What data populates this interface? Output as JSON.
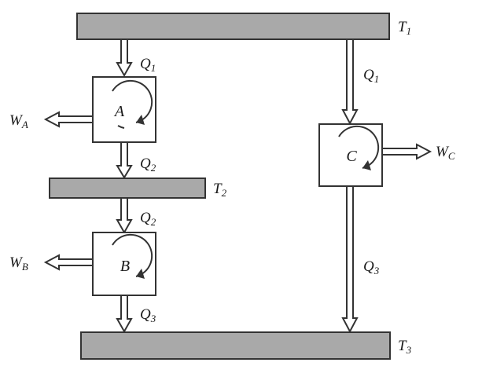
{
  "reservoirs": {
    "t1": {
      "name": "T",
      "sub": "1"
    },
    "t2": {
      "name": "T",
      "sub": "2"
    },
    "t3": {
      "name": "T",
      "sub": "3"
    }
  },
  "engines": {
    "a": "A",
    "b": "B",
    "c": "C"
  },
  "heat_flows": {
    "q1_left": {
      "name": "Q",
      "sub": "1"
    },
    "q2_upper": {
      "name": "Q",
      "sub": "2"
    },
    "q2_lower": {
      "name": "Q",
      "sub": "2"
    },
    "q3_left": {
      "name": "Q",
      "sub": "3"
    },
    "q1_right": {
      "name": "Q",
      "sub": "1"
    },
    "q3_right": {
      "name": "Q",
      "sub": "3"
    }
  },
  "work": {
    "wa": {
      "name": "W",
      "sub": "A"
    },
    "wb": {
      "name": "W",
      "sub": "B"
    },
    "wc": {
      "name": "W",
      "sub": "C"
    }
  },
  "colors": {
    "reservoir_fill": "#a9a9a9",
    "stroke": "#333333"
  }
}
